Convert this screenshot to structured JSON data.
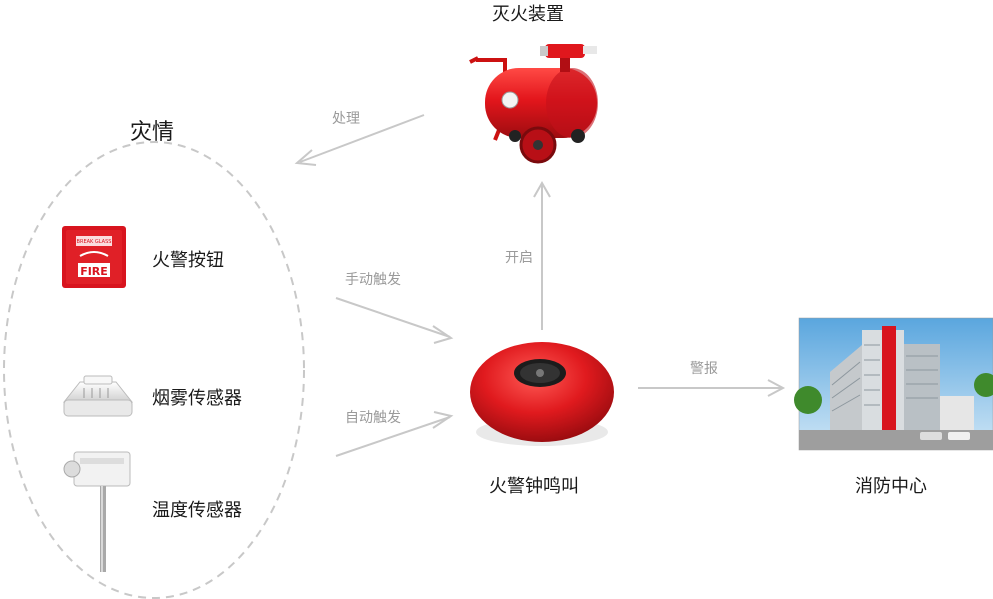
{
  "diagram": {
    "disaster_label": "灾情",
    "extinguisher_label": "灭火装置",
    "handle_label": "处理",
    "open_label": "开启",
    "manual_trigger_label": "手动触发",
    "auto_trigger_label": "自动触发",
    "bell_label": "火警钟鸣叫",
    "alarm_label": "警报",
    "fire_center_label": "消防中心",
    "sensors": [
      {
        "label": "火警按钮"
      },
      {
        "label": "烟雾传感器"
      },
      {
        "label": "温度传感器"
      }
    ],
    "fire_button_text": "FIRE",
    "fire_button_top_text": "BREAK GLASS",
    "colors": {
      "red": "#d8141e",
      "arrow": "#c8c8c8",
      "dashed": "#c8c8c8"
    }
  }
}
